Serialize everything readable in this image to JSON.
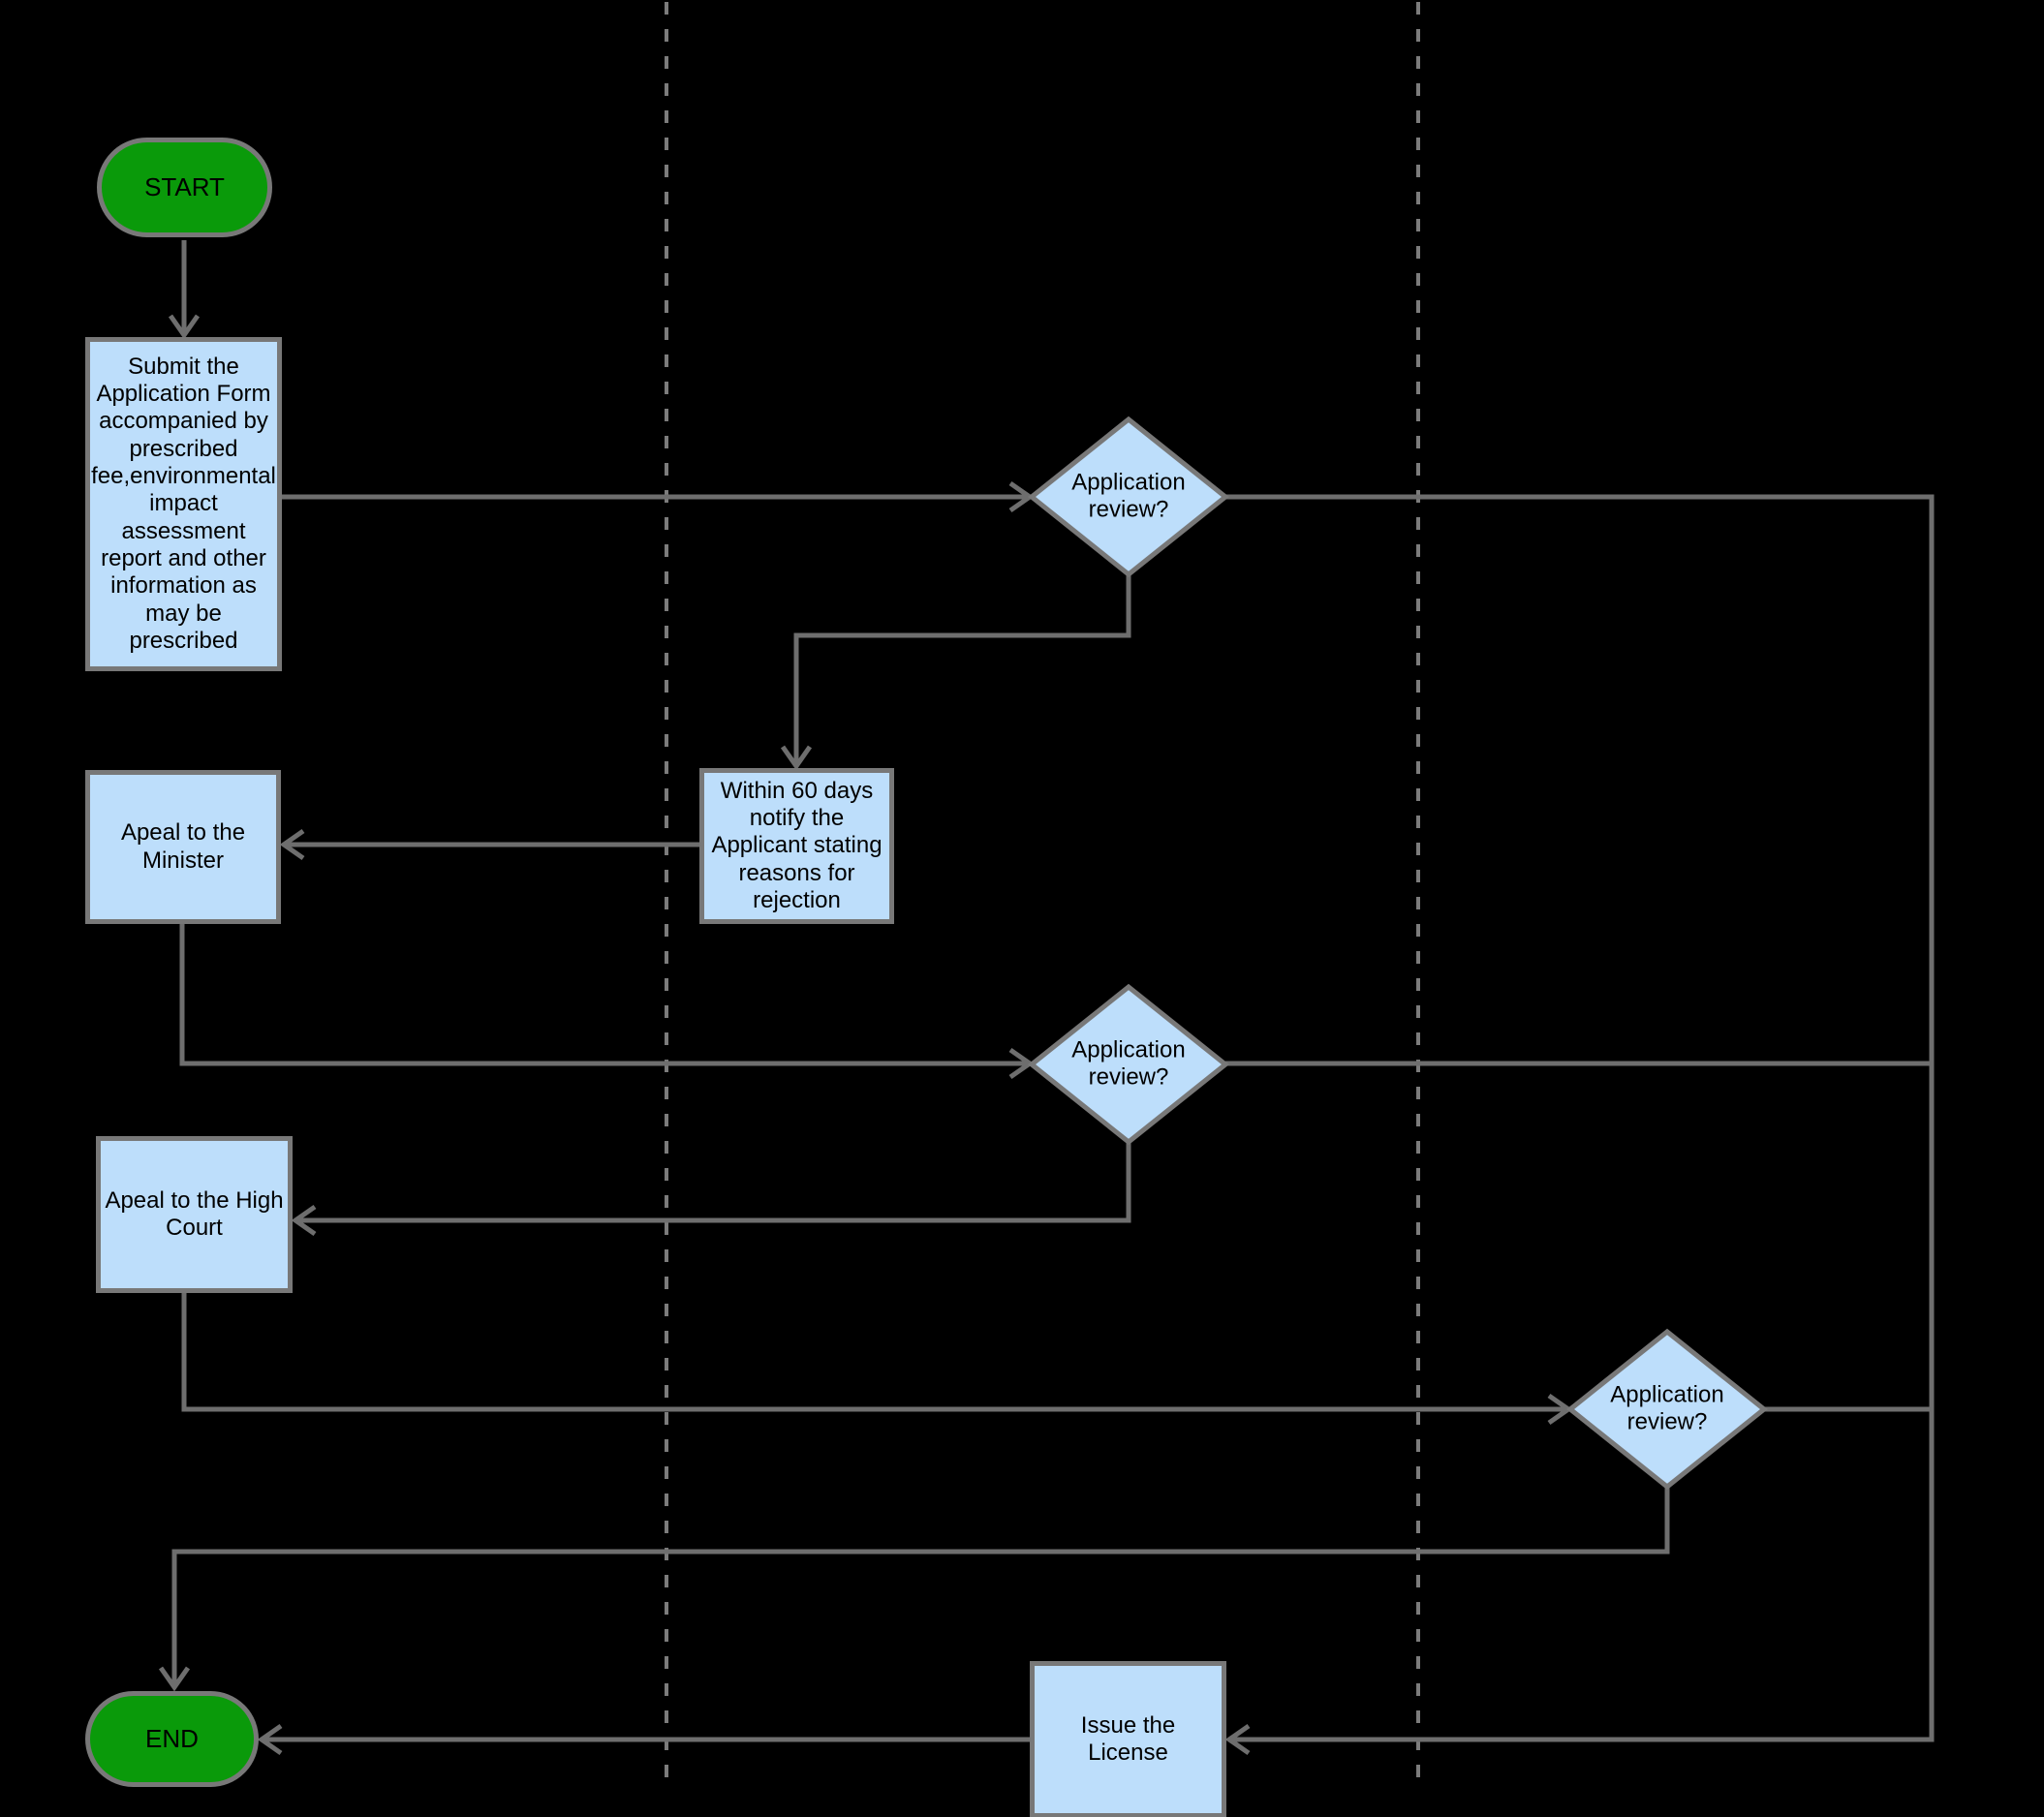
{
  "diagram": {
    "nodes": {
      "start": {
        "label": "START",
        "type": "terminator"
      },
      "submit_application": {
        "label": "Submit the Application Form accompanied by prescribed fee,environmental impact assessment report and other information as may be prescribed",
        "type": "process"
      },
      "application_review_1": {
        "label": "Application review?",
        "type": "decision"
      },
      "notify_rejection": {
        "label": "Within 60 days notify the Applicant stating reasons for rejection",
        "type": "process"
      },
      "appeal_minister": {
        "label": "Apeal to the Minister",
        "type": "process"
      },
      "application_review_2": {
        "label": "Application review?",
        "type": "decision"
      },
      "appeal_high_court": {
        "label": "Apeal to the High Court",
        "type": "process"
      },
      "application_review_3": {
        "label": "Application review?",
        "type": "decision"
      },
      "issue_license": {
        "label": "Issue the License",
        "type": "process"
      },
      "end": {
        "label": "END",
        "type": "terminator"
      }
    },
    "colors": {
      "background": "#000000",
      "terminator_fill": "#0A9A0A",
      "process_fill": "#BDDEFB",
      "border": "#787878",
      "connector": "#6E6E6E",
      "lane_divider": "#7C7C7C",
      "text": "#000000"
    }
  }
}
